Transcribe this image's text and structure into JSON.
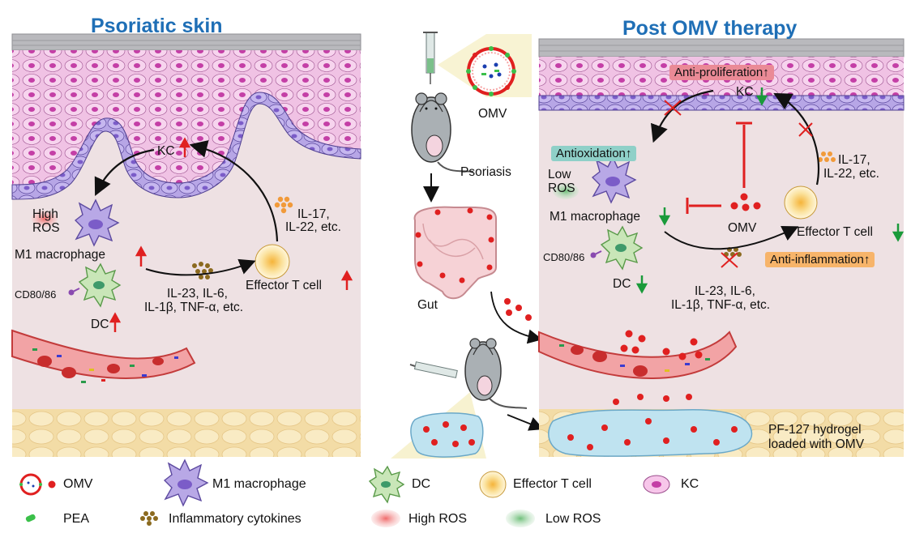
{
  "panels": {
    "left_title": "Psoriatic skin",
    "right_title": "Post OMV therapy"
  },
  "left_panel": {
    "kc": "KC",
    "high_ros": "High ROS",
    "m1": "M1 macrophage",
    "dc": "DC",
    "cd": "CD80/86",
    "effector": "Effector T cell",
    "il17": "IL-17,",
    "il22": "IL-22, etc.",
    "il23": "IL-23, IL-6,",
    "il1b": "IL-1β, TNF-α, etc."
  },
  "center": {
    "omv": "OMV",
    "psoriasis": "Psoriasis",
    "gut": "Gut"
  },
  "right_panel": {
    "anti_prolif": "Anti-proliferation↑",
    "kc": "KC",
    "antiox": "Antioxidation↑",
    "low_ros": "Low ROS",
    "m1": "M1 macrophage",
    "omv": "OMV",
    "il17": "IL-17,",
    "il22": "IL-22, etc.",
    "effector": "Effector T cell",
    "anti_inflam": "Anti-inflammation↑",
    "cd": "CD80/86",
    "dc": "DC",
    "il23": "IL-23, IL-6,",
    "il1b": "IL-1β, TNF-α, etc.",
    "pf1": "PF-127 hydrogel",
    "pf2": "loaded with OMV"
  },
  "legend": {
    "omv": "OMV",
    "m1": "M1 macrophage",
    "dc": "DC",
    "effector": "Effector T cell",
    "kc": "KC",
    "pea": "PEA",
    "cytokines": "Inflammatory cytokines",
    "high_ros": "High ROS",
    "low_ros": "Low ROS"
  },
  "colors": {
    "title_blue": "#1f6fb6",
    "arrow_up_red": "#e02020",
    "arrow_down_green": "#1a9a3a",
    "omv_red": "#e02020",
    "anti_prolif_bg": "#ea8a96",
    "antiox_bg": "#8fd0c8",
    "anti_inflam_bg": "#f7b46a"
  }
}
